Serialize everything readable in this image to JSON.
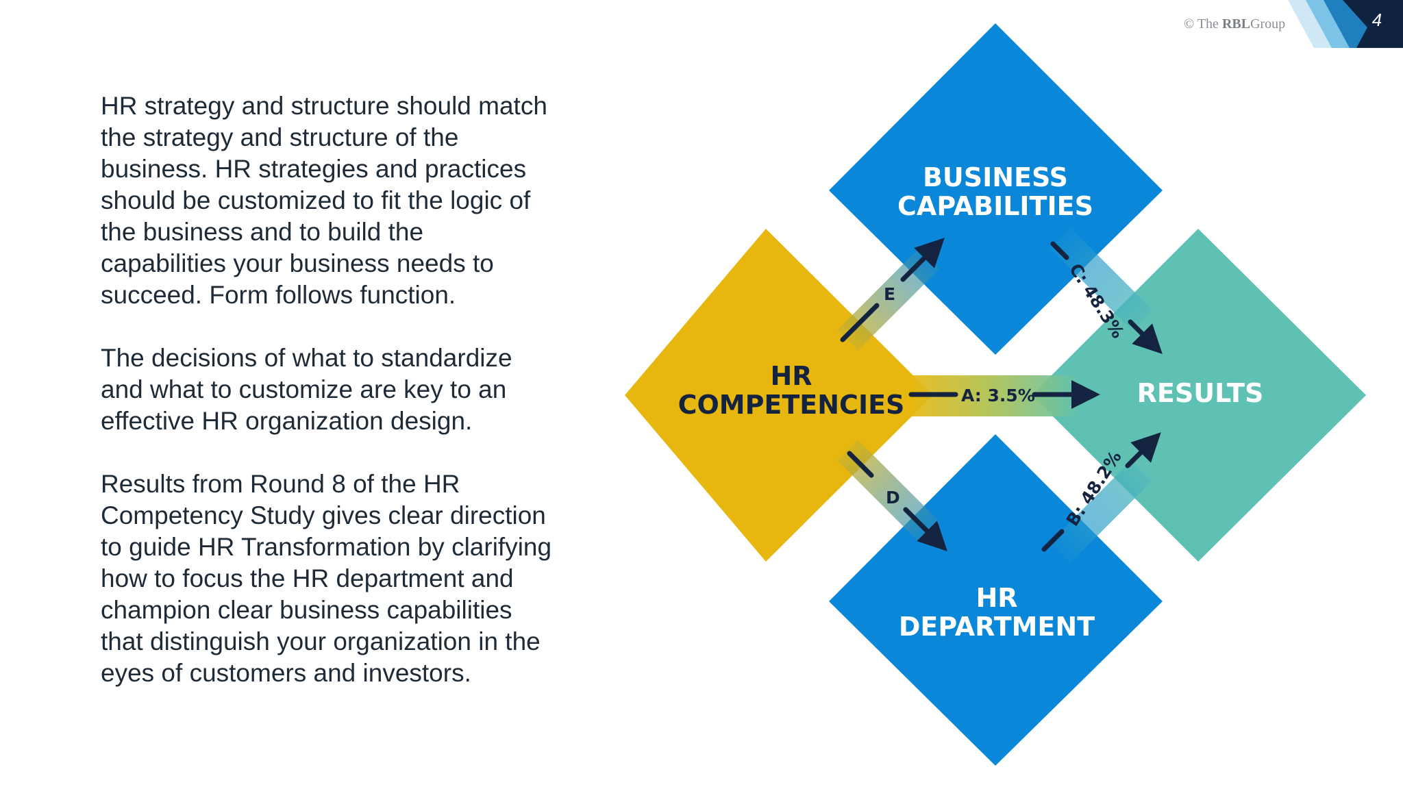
{
  "slide": {
    "page_number": "4",
    "copyright": {
      "prefix": "© The ",
      "brand": "RBL",
      "suffix": "Group"
    }
  },
  "text": {
    "paragraphs": [
      "HR strategy and structure should match the strategy and structure of the business. HR strategies and practices should be customized to fit the logic of the business and to build the capabilities your business needs to succeed. Form follows function.",
      "The decisions of what to standardize and what to customize are key to an effective HR organization design.",
      "Results from Round 8 of the HR Competency Study gives clear direction to guide HR Transformation by clarifying how to focus the HR department and champion clear business capabilities that distinguish your organization in the eyes of customers and investors."
    ]
  },
  "diagram": {
    "nodes": {
      "business_capabilities": {
        "line1": "BUSINESS",
        "line2": "CAPABILITIES",
        "color": "#0a87d9"
      },
      "hr_competencies": {
        "line1": "HR",
        "line2": "COMPETENCIES",
        "color": "#e8b70f"
      },
      "results": {
        "line1": "RESULTS",
        "color": "#5fc1b4"
      },
      "hr_department": {
        "line1": "HR",
        "line2": "DEPARTMENT",
        "color": "#0a87d9"
      }
    },
    "edges": {
      "a": {
        "label": "A: 3.5%",
        "from": "HR COMPETENCIES",
        "to": "RESULTS"
      },
      "b": {
        "label": "B: 48.2%",
        "from": "HR DEPARTMENT",
        "to": "RESULTS"
      },
      "c": {
        "label": "C: 48.3%",
        "from": "BUSINESS CAPABILITIES",
        "to": "RESULTS"
      },
      "d": {
        "label": "D",
        "from": "HR COMPETENCIES",
        "to": "HR DEPARTMENT"
      },
      "e": {
        "label": "E",
        "from": "HR COMPETENCIES",
        "to": "BUSINESS CAPABILITIES"
      }
    },
    "arrow_color": "#14233f"
  }
}
